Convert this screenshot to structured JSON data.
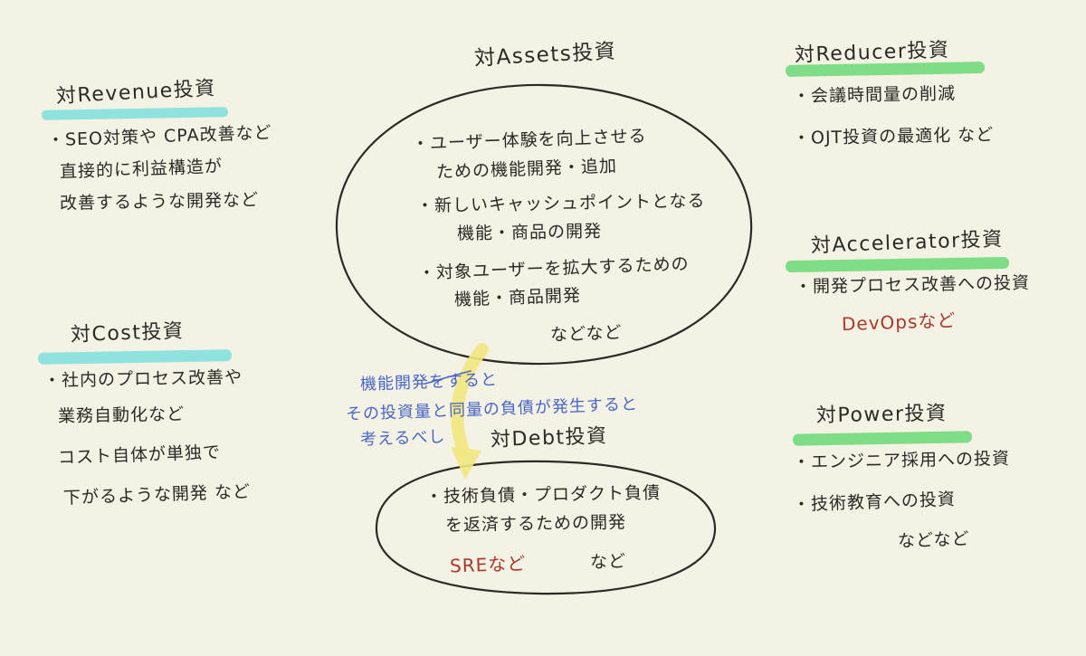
{
  "canvas": {
    "background": "#f4f2e5",
    "ink": "#2b2a24"
  },
  "colors": {
    "cyan_highlight": "#8fe2de",
    "green_highlight": "#7fdd85",
    "red_accent": "#a8392b",
    "blue_note": "#4a67c4",
    "yellow_arrow": "#f2e77f"
  },
  "sections": {
    "revenue": {
      "title": "対Revenue投資",
      "lines": [
        "・SEO対策や CPA改善など",
        "直接的に利益構造が",
        "改善するような開発など"
      ]
    },
    "cost": {
      "title": "対Cost投資",
      "lines": [
        "・社内のプロセス改善や",
        "業務自動化など",
        "コスト自体が単独で",
        "下がるような開発 など"
      ]
    },
    "assets": {
      "title": "対Assets投資",
      "lines": [
        "・ユーザー体験を向上させる",
        "ための機能開発・追加",
        "・新しいキャッシュポイントとなる",
        "機能・商品の開発",
        "・対象ユーザーを拡大するための",
        "機能・商品開発"
      ],
      "footer": "などなど"
    },
    "debt_note": {
      "lines": [
        "機能開発をすると",
        "その投資量と同量の負債が発生すると",
        "考えるべし"
      ]
    },
    "debt": {
      "title": "対Debt投資",
      "lines": [
        "・技術負債・プロダクト負債",
        "を返済するための開発"
      ],
      "red_note": "SREなど",
      "footer": "など"
    },
    "reducer": {
      "title": "対Reducer投資",
      "lines": [
        "・会議時間量の削減",
        "・OJT投資の最適化 など"
      ]
    },
    "accelerator": {
      "title": "対Accelerator投資",
      "lines": [
        "・開発プロセス改善への投資"
      ],
      "red_note": "DevOpsなど"
    },
    "power": {
      "title": "対Power投資",
      "lines": [
        "・エンジニア採用への投資",
        "・技術教育への投資"
      ],
      "footer": "などなど"
    }
  }
}
